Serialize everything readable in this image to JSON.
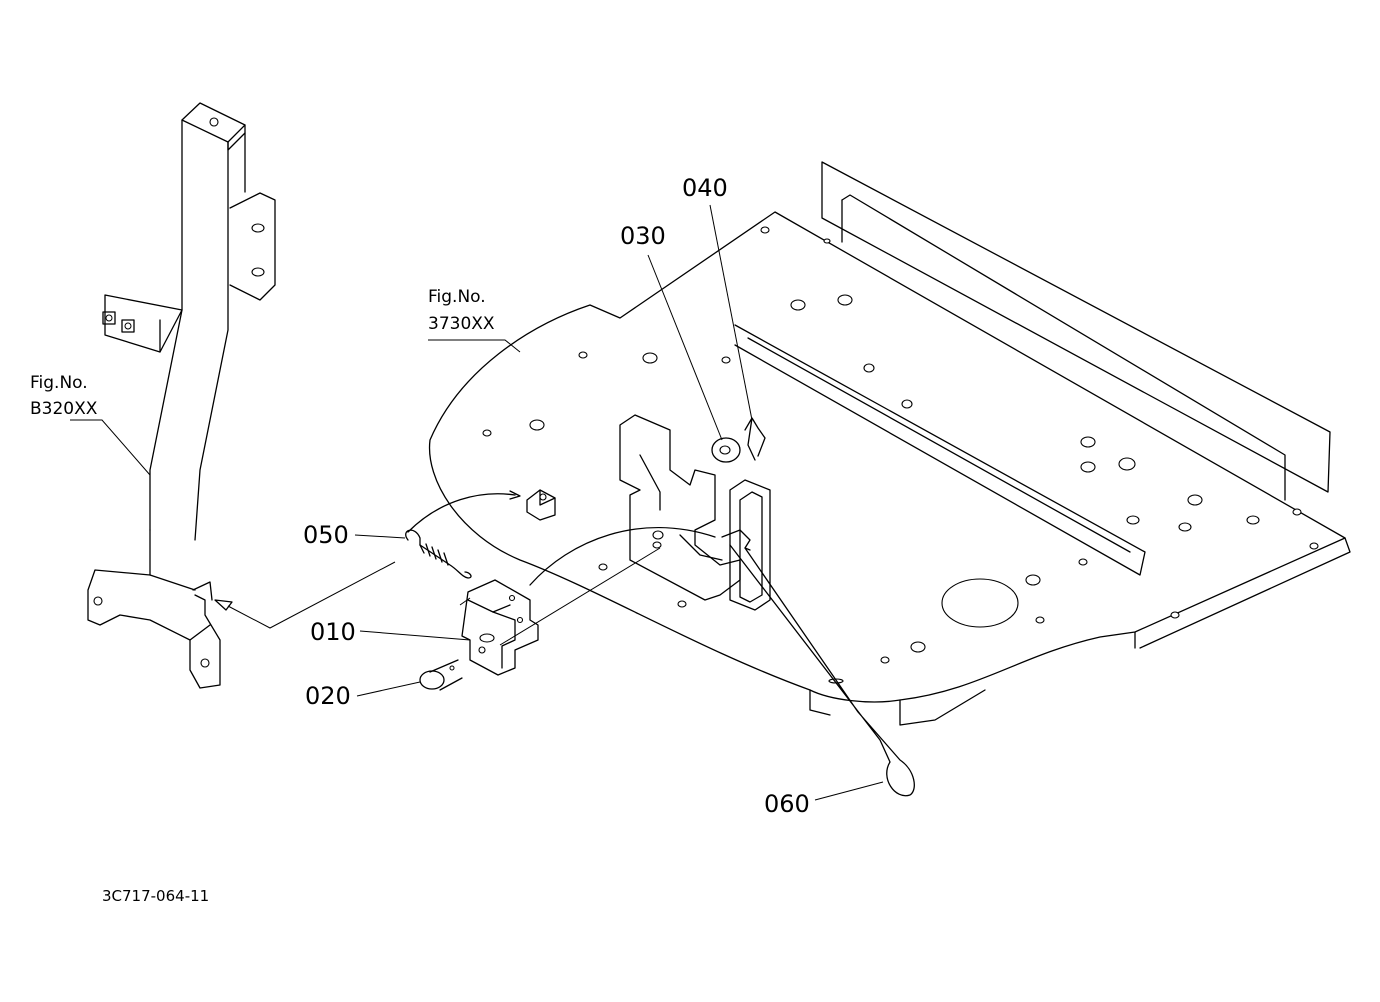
{
  "references": {
    "frame": {
      "line1": "Fig.No.",
      "line2": "B320XX"
    },
    "plate": {
      "line1": "Fig.No.",
      "line2": "3730XX"
    }
  },
  "parts": {
    "p010": "010",
    "p020": "020",
    "p030": "030",
    "p040": "040",
    "p050": "050",
    "p060": "060"
  },
  "drawing_code": "3C717-064-11"
}
